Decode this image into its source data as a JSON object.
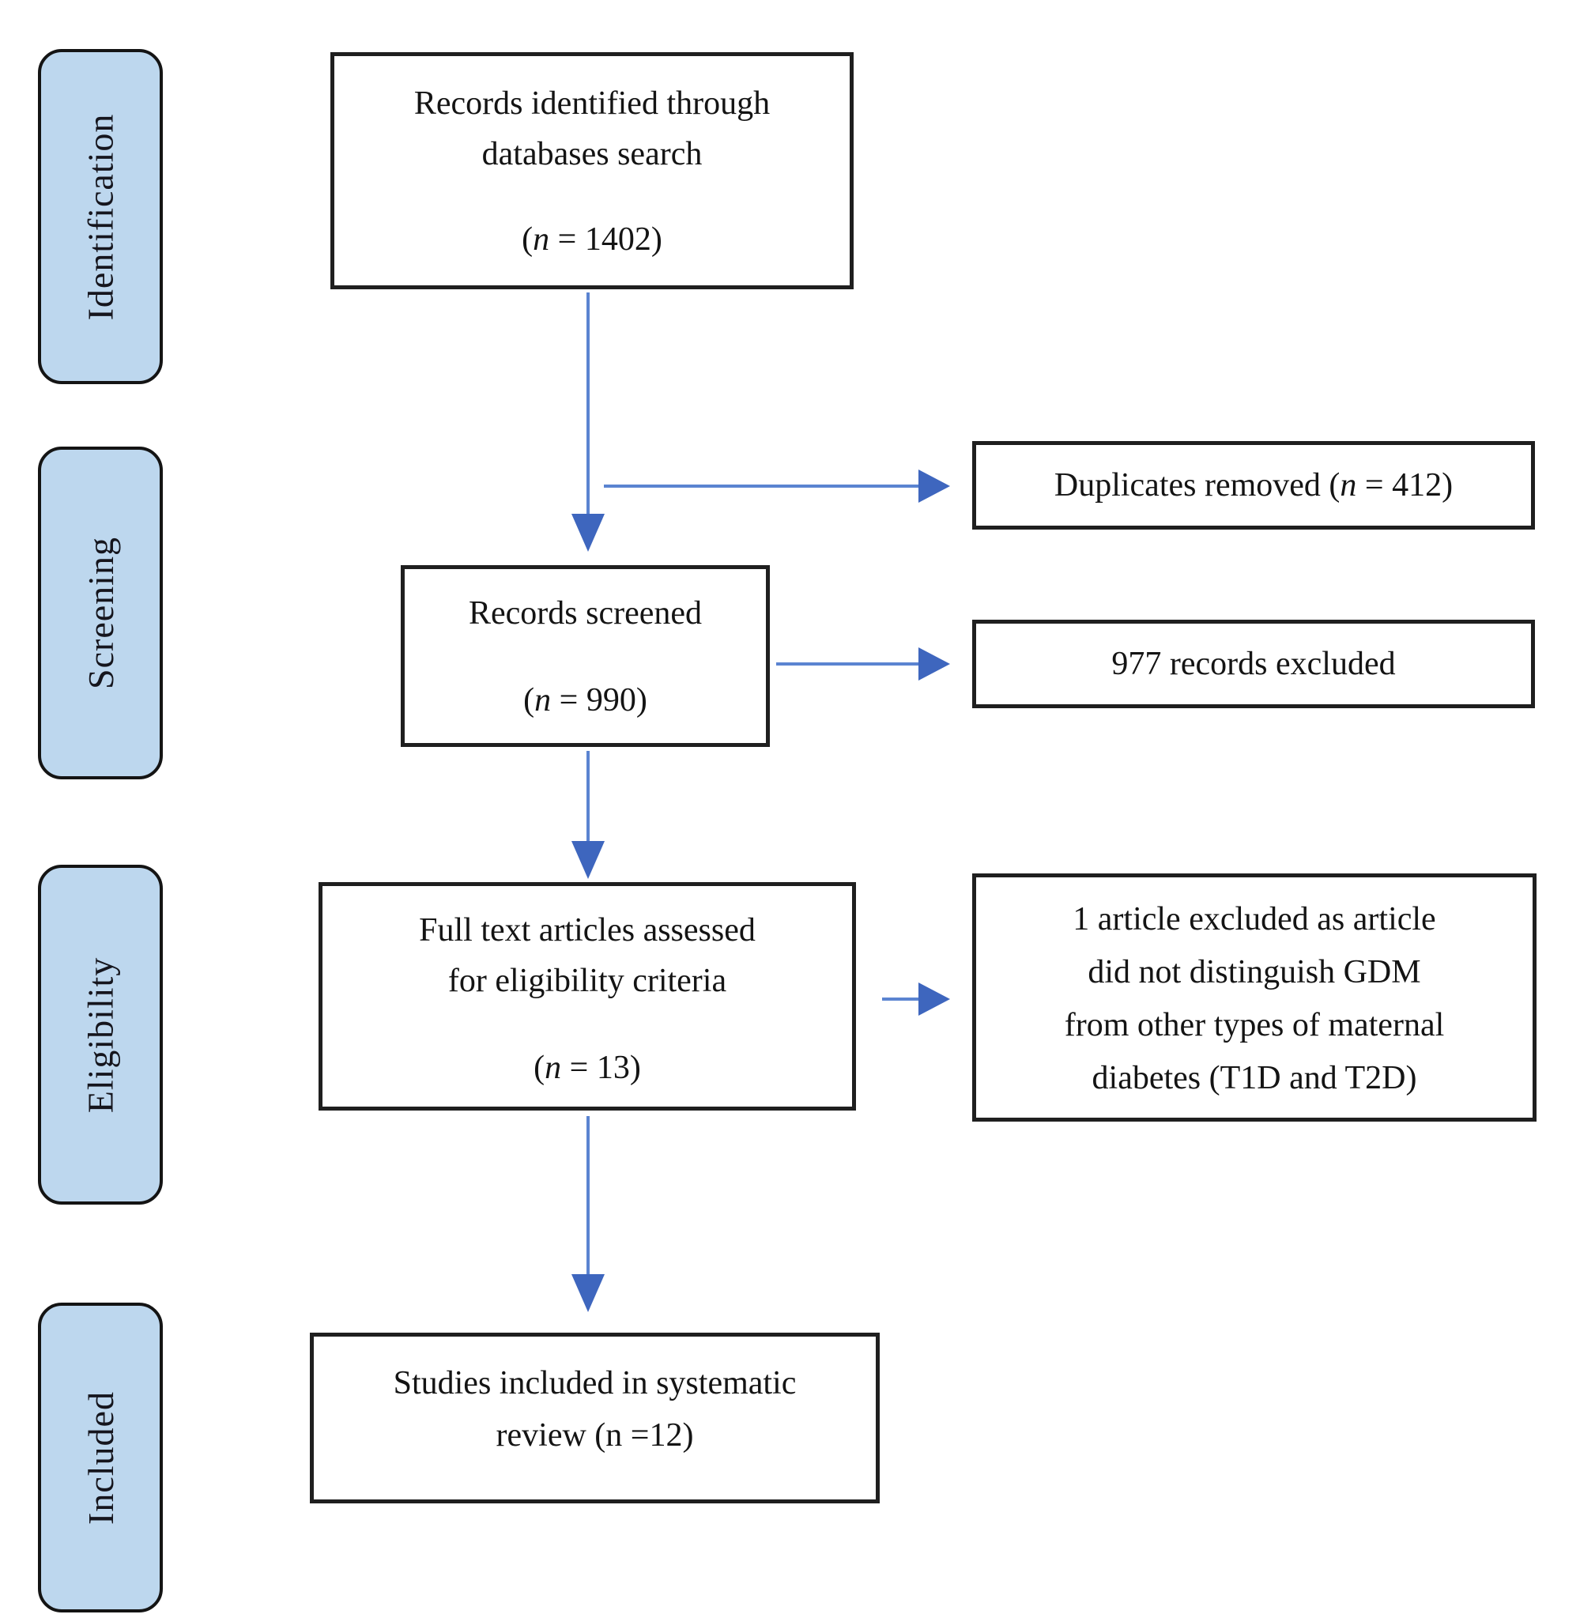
{
  "stages": [
    {
      "label": "Identification"
    },
    {
      "label": "Screening"
    },
    {
      "label": "Eligibility"
    },
    {
      "label": "Included"
    }
  ],
  "boxes": {
    "records_identified": {
      "lines": [
        "Records identified through",
        "databases search"
      ],
      "count": {
        "open": "(",
        "var": "n",
        "rest": " = 1402)"
      }
    },
    "duplicates_removed": {
      "prefix": "Duplicates removed ",
      "count": {
        "open": "(",
        "var": "n",
        "rest": " = 412)"
      }
    },
    "records_screened": {
      "lines": [
        "Records screened"
      ],
      "count": {
        "open": "(",
        "var": "n",
        "rest": " = 990)"
      }
    },
    "records_excluded": {
      "text": "977 records excluded"
    },
    "full_text_assessed": {
      "lines": [
        "Full text articles assessed",
        "for eligibility criteria"
      ],
      "count": {
        "open": "(",
        "var": "n",
        "rest": " = 13)"
      }
    },
    "article_excluded": {
      "lines": [
        "1 article excluded as article",
        "did not distinguish GDM",
        "from other types of maternal",
        "diabetes (T1D and T2D)"
      ]
    },
    "studies_included": {
      "lines": [
        "Studies included in systematic",
        "review (n =12)"
      ]
    }
  },
  "colors": {
    "sidebar_fill": "#BDD7EE",
    "box_border": "#1F1F1F",
    "arrow_line": "#5B84D1",
    "arrow_head": "#3E66BE",
    "text": "#141414"
  }
}
